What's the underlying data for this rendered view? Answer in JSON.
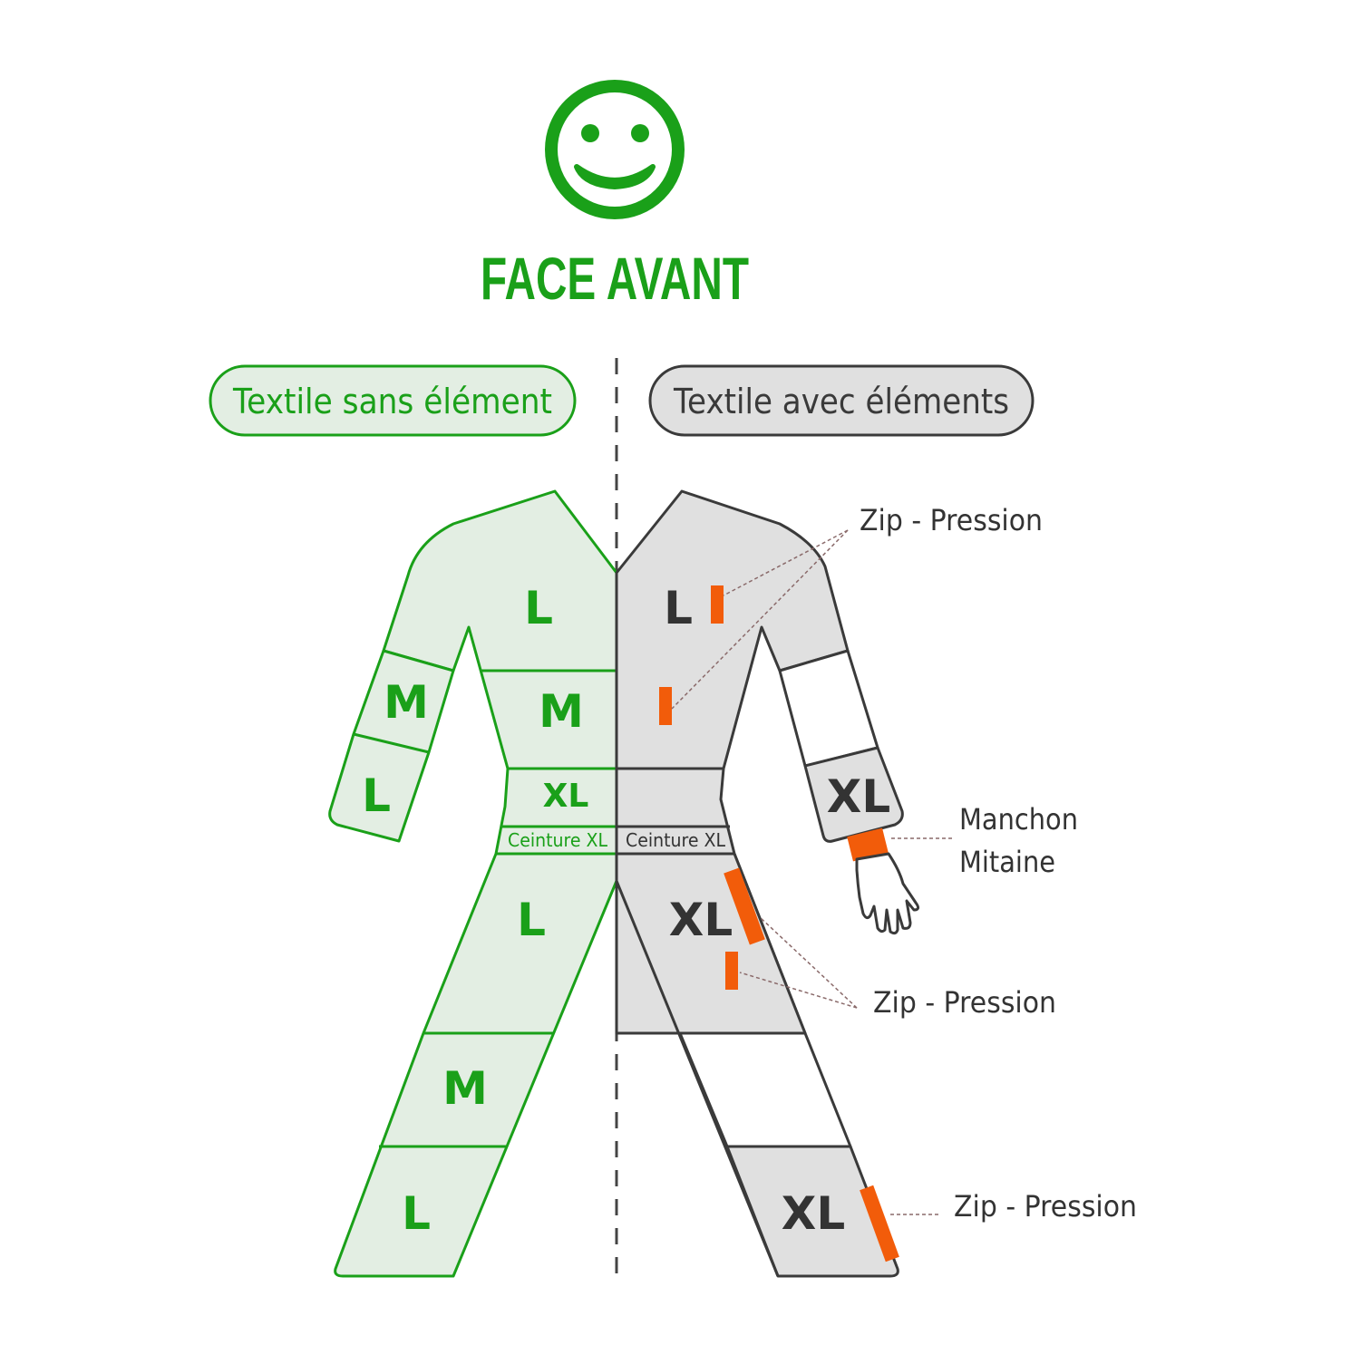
{
  "colors": {
    "green": "#1aa019",
    "green_fill": "#e3eee3",
    "gray_fill": "#e0e0e0",
    "outline_dark": "#3a3a3a",
    "accent_orange": "#f25c0a",
    "leader": "#8a6a6a"
  },
  "header": {
    "icon": "smiley-face-icon",
    "title": "FACE AVANT"
  },
  "pills": {
    "left": "Textile sans élément",
    "right": "Textile avec éléments"
  },
  "left_sizes": {
    "torso_upper": "L",
    "torso_mid": "M",
    "waist": "XL",
    "belt": "Ceinture XL",
    "leg_upper": "L",
    "leg_mid": "M",
    "leg_lower": "L",
    "arm_upper": "M",
    "arm_lower": "L"
  },
  "right_sizes": {
    "torso_upper": "L",
    "belt": "Ceinture XL",
    "arm_lower": "XL",
    "leg_upper": "XL",
    "leg_lower": "XL"
  },
  "annotations": {
    "zip_top": "Zip - Pression",
    "manchon_line1": "Manchon",
    "manchon_line2": "Mitaine",
    "zip_mid": "Zip - Pression",
    "zip_bottom": "Zip - Pression"
  }
}
